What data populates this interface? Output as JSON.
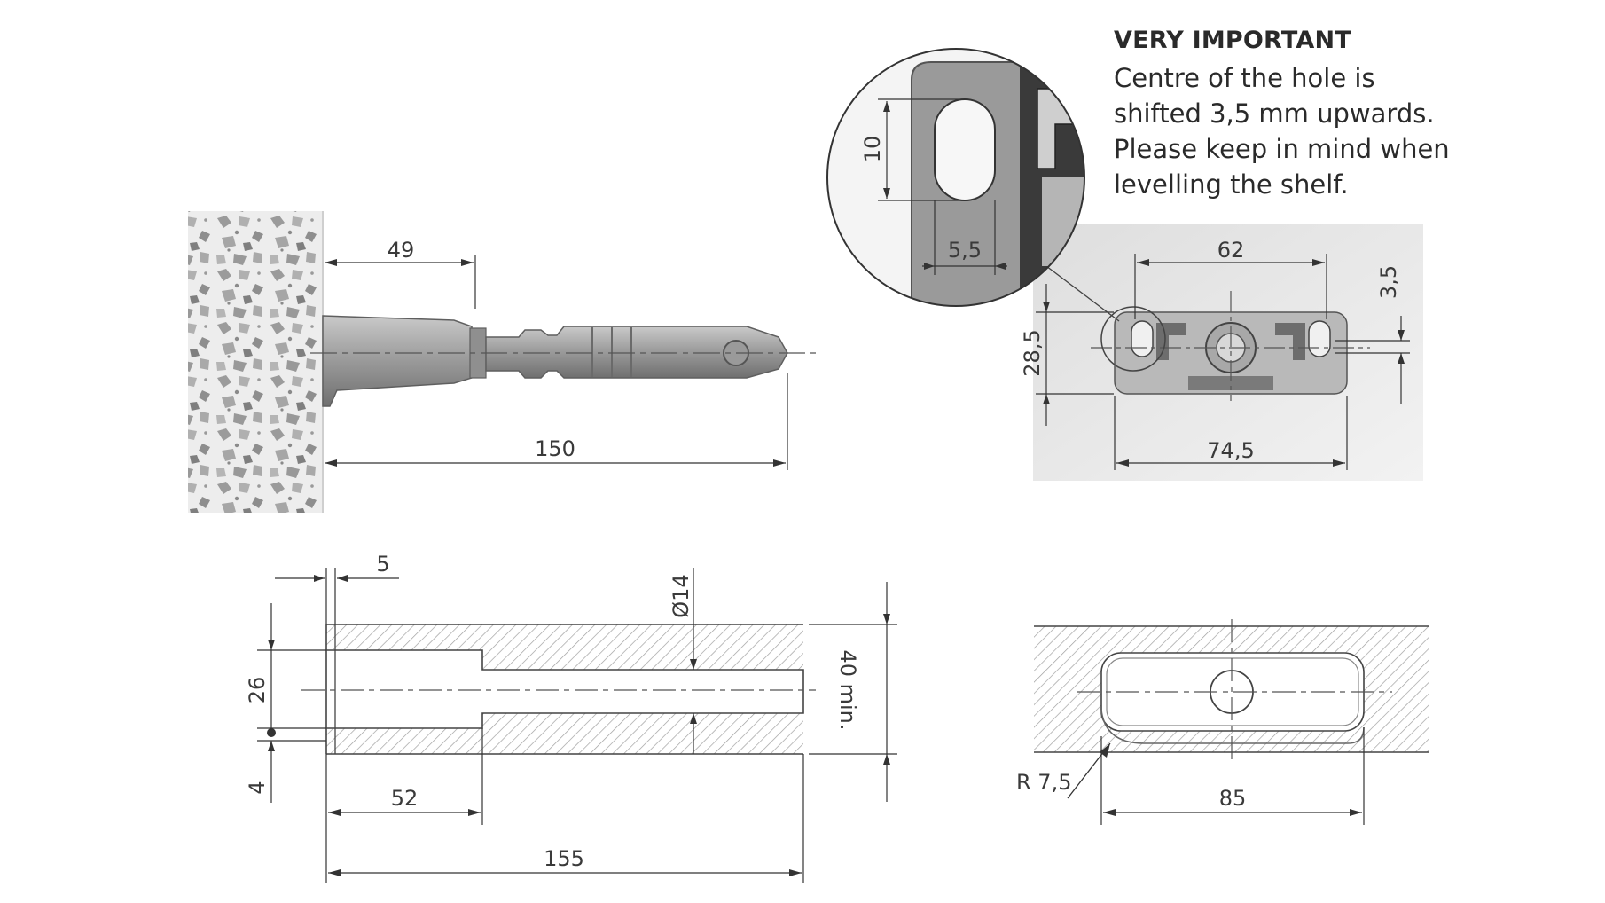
{
  "note": {
    "title": "VERY IMPORTANT",
    "lines": [
      "Centre of the hole is",
      "shifted 3,5 mm upwards.",
      "Please keep in mind when",
      "levelling the shelf."
    ]
  },
  "side_view": {
    "dim_49": "49",
    "dim_150": "150"
  },
  "detail": {
    "dim_10": "10",
    "dim_5_5": "5,5"
  },
  "plate_view": {
    "dim_62": "62",
    "dim_3_5": "3,5",
    "dim_28_5": "28,5",
    "dim_74_5": "74,5"
  },
  "section_view": {
    "dim_5": "5",
    "dim_26": "26",
    "dim_4": "4",
    "dim_d14": "Ø14",
    "dim_40min": "40 min.",
    "dim_52": "52",
    "dim_155": "155"
  },
  "pocket_view": {
    "dim_r7_5": "R 7,5",
    "dim_85": "85"
  },
  "colors": {
    "line": "#2f2f2f",
    "metal": "#8c8c8c",
    "hatch": "#9a9a9a"
  }
}
